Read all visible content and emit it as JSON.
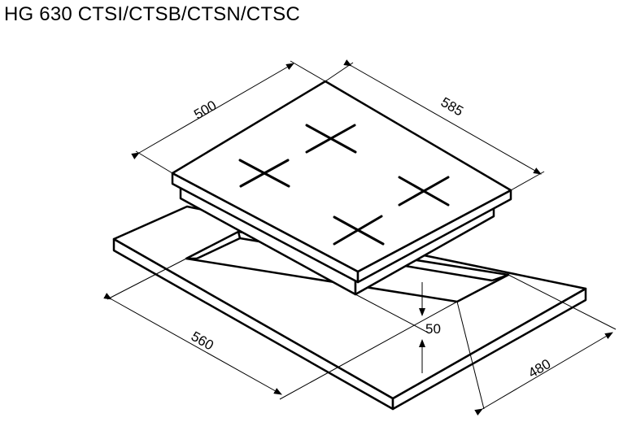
{
  "title": "HG 630 CTSI/CTSB/CTSN/CTSC",
  "dimensions": {
    "hob_depth": "500",
    "hob_width": "585",
    "cutout_width": "560",
    "cutout_depth": "480",
    "hob_height": "50"
  },
  "colors": {
    "line": "#000000",
    "background": "#ffffff"
  }
}
